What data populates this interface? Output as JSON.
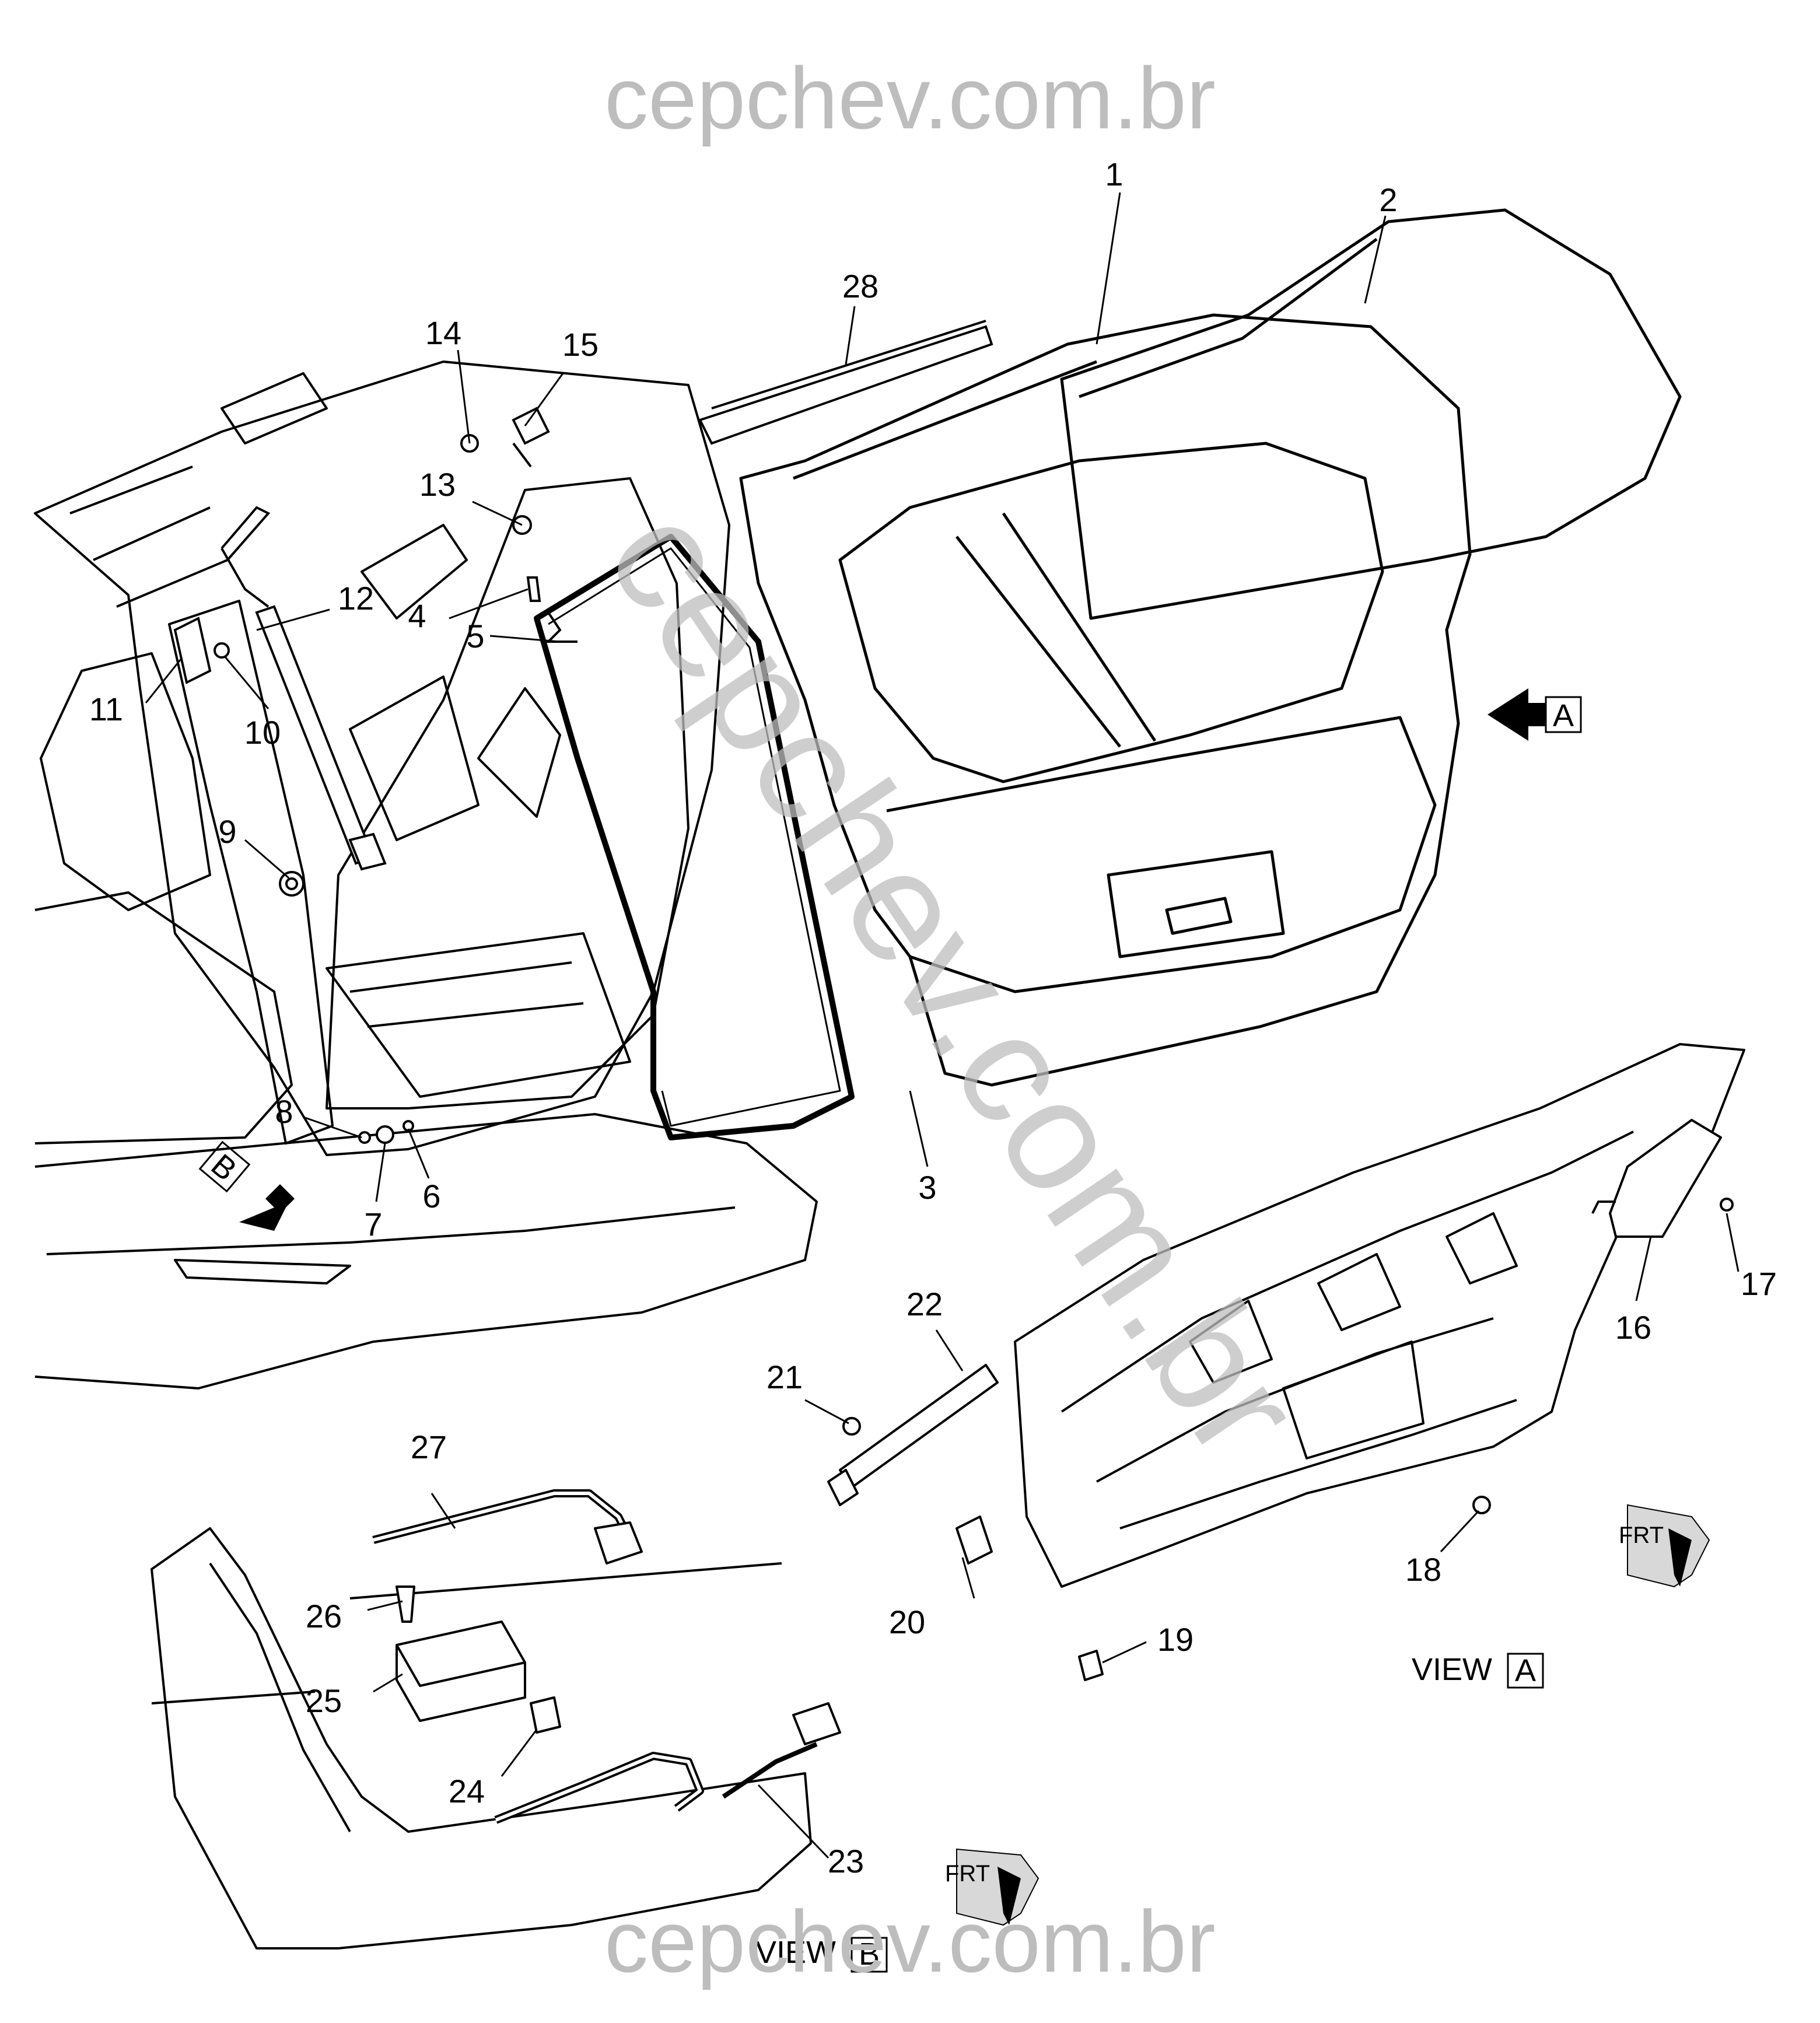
{
  "watermark": {
    "top": "cepchev.com.br",
    "diagonal": "cepchev.com.br",
    "bottom": "cepchev.com.br"
  },
  "callouts": {
    "c1": "1",
    "c2": "2",
    "c3": "3",
    "c4": "4",
    "c5": "5",
    "c6": "6",
    "c7": "7",
    "c8": "8",
    "c9": "9",
    "c10": "10",
    "c11": "11",
    "c12": "12",
    "c13": "13",
    "c14": "14",
    "c15": "15",
    "c16": "16",
    "c17": "17",
    "c18": "18",
    "c19": "19",
    "c20": "20",
    "c21": "21",
    "c22": "22",
    "c23": "23",
    "c24": "24",
    "c25": "25",
    "c26": "26",
    "c27": "27",
    "c28": "28"
  },
  "view_refs": {
    "arrow_a": "A",
    "arrow_b": "B",
    "view_a_label": "VIEW",
    "view_a_letter": "A",
    "view_b_label": "VIEW",
    "view_b_letter": "B"
  },
  "frt_labels": {
    "view_a": "FRT",
    "view_b": "FRT"
  }
}
